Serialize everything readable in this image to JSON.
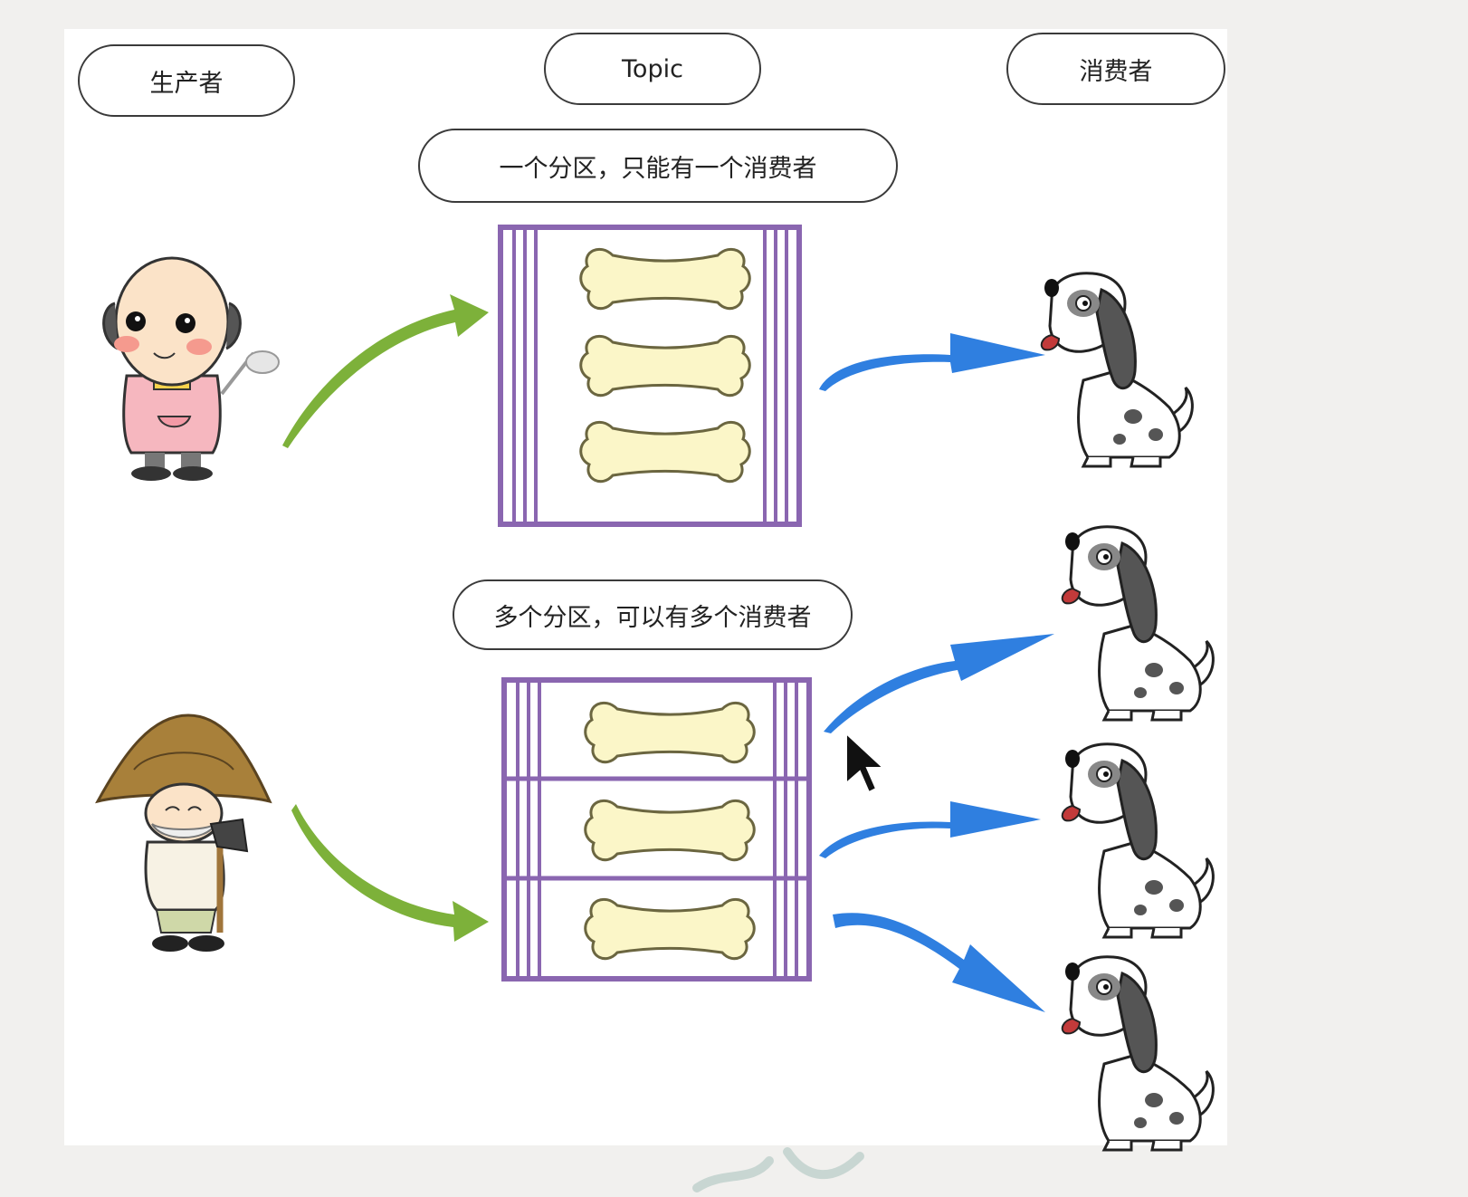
{
  "labels": {
    "producer": "生产者",
    "topic": "Topic",
    "consumer": "消费者",
    "single_partition_note": "一个分区，只能有一个消费者",
    "multi_partition_note": "多个分区，可以有多个消费者"
  },
  "colors": {
    "partition_border": "#8a66b0",
    "bone_fill": "#fbf6c8",
    "bone_stroke": "#6b6640",
    "producer_arrow": "#7db13a",
    "consumer_arrow": "#2f7fe0"
  },
  "icons": {
    "producer_top": "bald-old-man-icon",
    "producer_bottom": "farmer-with-hat-icon",
    "consumer": "dog-icon",
    "message": "bone-icon",
    "pointer": "mouse-cursor-icon"
  }
}
